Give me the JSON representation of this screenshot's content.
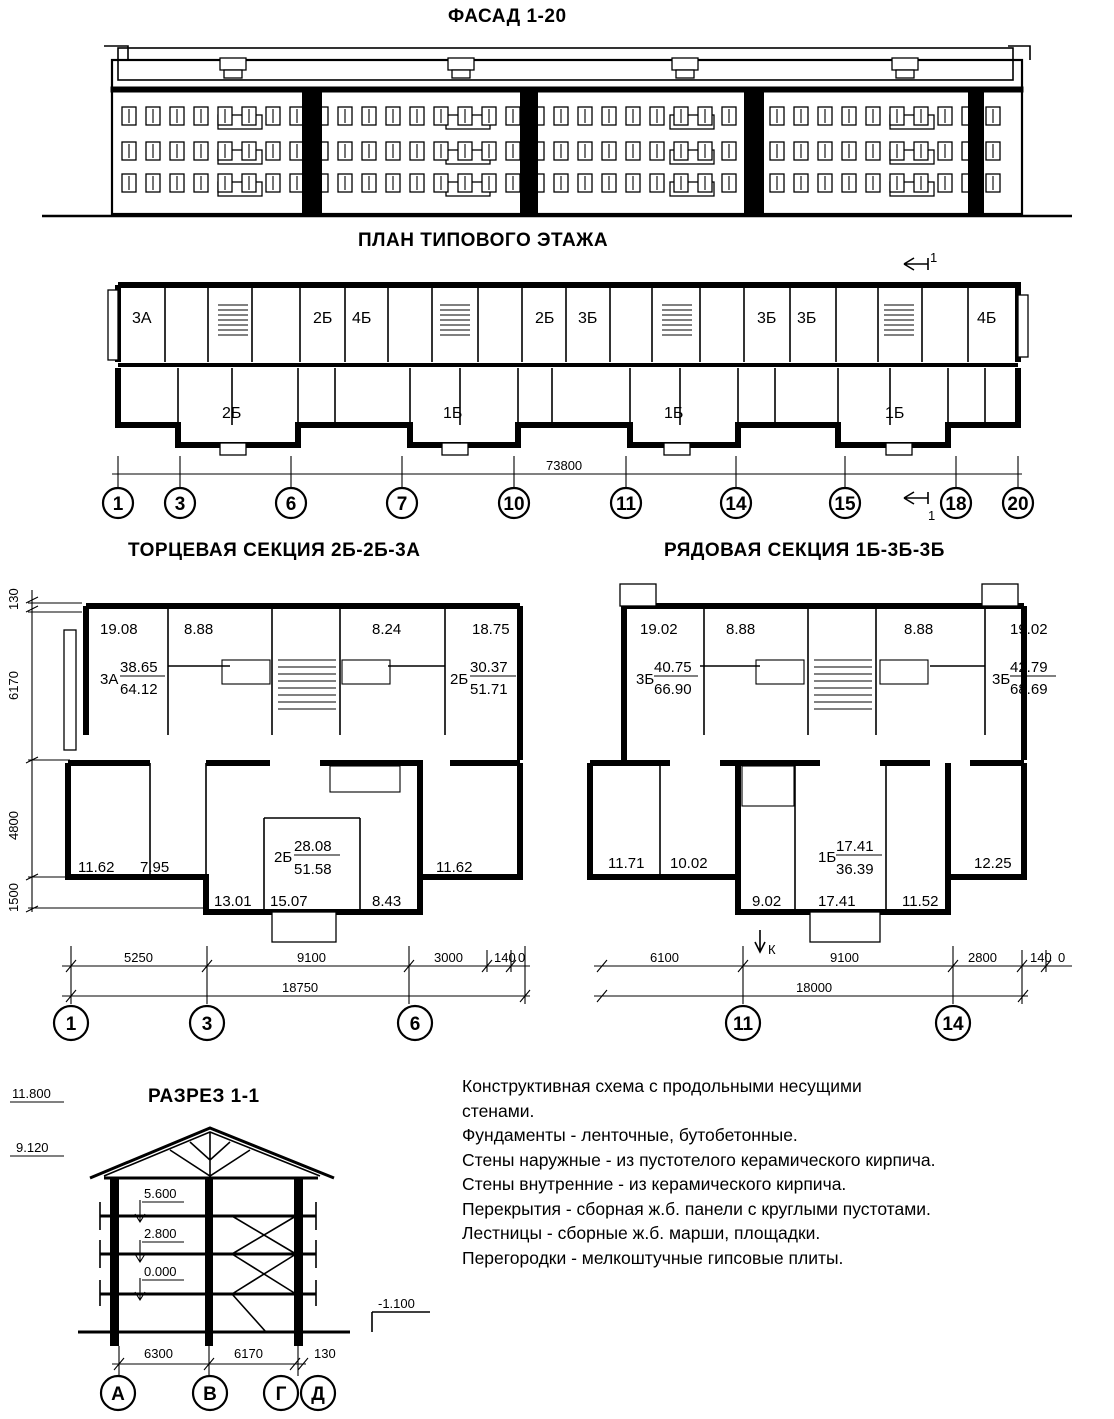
{
  "titles": {
    "facade": "ФАСАД 1-20",
    "plan": "ПЛАН ТИПОВОГО ЭТАЖА",
    "end_section": "ТОРЦЕВАЯ СЕКЦИЯ  2Б-2Б-3А",
    "row_section": "РЯДОВАЯ СЕКЦИЯ 1Б-3Б-3Б",
    "cut": "РАЗРЕЗ 1-1"
  },
  "notes": [
    "Конструктивная схема с продольными несущими",
    "стенами.",
    "Фундаменты - ленточные, бутобетонные.",
    "Стены наружные - из пустотелого керамического кирпича.",
    "Стены внутренние -  из керамического кирпича.",
    "Перекрытия - сборная ж.б. панели с круглыми пустотами.",
    "Лестницы - сборные ж.б. марши, площадки.",
    "Перегородки - мелкоштучные гипсовые плиты."
  ],
  "plan": {
    "total_length": "73800",
    "cut_marker": "1",
    "apartments": {
      "a1": "3А",
      "a2": "2Б",
      "a3": "4Б",
      "a4": "2Б",
      "a5": "3Б",
      "a6": "3Б",
      "a7": "3Б",
      "a8": "4Б",
      "b1": "2Б",
      "b2": "1Б",
      "b3": "1Б",
      "b4": "1Б"
    },
    "axes": {
      "a1": "1",
      "a2": "3",
      "a3": "6",
      "a4": "7",
      "a5": "10",
      "a6": "11",
      "a7": "14",
      "a8": "15",
      "a9": "18",
      "a10": "20"
    }
  },
  "end_section": {
    "vdims": {
      "v1": "130",
      "v2": "6170",
      "v3": "4800",
      "v4": "1500"
    },
    "rooms": {
      "r1": "19.08",
      "r2": "8.88",
      "r3": "8.24",
      "r4": "18.75",
      "r5": "11.62",
      "r6": "7.95",
      "r7": "13.01",
      "r8": "15.07",
      "r9": "8.43",
      "r10": "11.62"
    },
    "apt_left": {
      "code": "3А",
      "living": "38.65",
      "total": "64.12"
    },
    "apt_right": {
      "code": "2Б",
      "living": "30.37",
      "total": "51.71"
    },
    "apt_bottom": {
      "code": "2Б",
      "living": "28.08",
      "total": "51.58"
    },
    "dims": {
      "d1": "5250",
      "d2": "9100",
      "d3": "3000",
      "d4": "140",
      "d5": "0",
      "total": "18750"
    },
    "axes": {
      "a1": "1",
      "a2": "3",
      "a3": "6"
    }
  },
  "row_section": {
    "rooms": {
      "r1": "19.02",
      "r2": "8.88",
      "r3": "8.88",
      "r4": "19.02",
      "r5": "11.71",
      "r6": "10.02",
      "r7": "9.02",
      "r8": "17.41",
      "r9": "11.52",
      "r10": "12.25"
    },
    "apt_left": {
      "code": "3Б",
      "living": "40.75",
      "total": "66.90"
    },
    "apt_right": {
      "code": "3Б",
      "living": "42.79",
      "total": "68.69"
    },
    "apt_bottom": {
      "code": "1Б",
      "living": "17.41",
      "total": "36.39"
    },
    "entrance_mark": "К",
    "dims": {
      "d1": "6100",
      "d2": "9100",
      "d3": "2800",
      "d4": "140",
      "d5": "0",
      "total": "18000"
    },
    "axes": {
      "a1": "11",
      "a2": "14"
    }
  },
  "cut": {
    "levels": {
      "l1": "11.800",
      "l2": "9.120",
      "l3": "5.600",
      "l4": "2.800",
      "l5": "0.000",
      "l6": "-1.100"
    },
    "dims": {
      "d1": "6300",
      "d2": "6170",
      "d3": "130"
    },
    "axes": {
      "a1": "А",
      "a2": "В",
      "a3": "Г",
      "a4": "Д"
    }
  }
}
